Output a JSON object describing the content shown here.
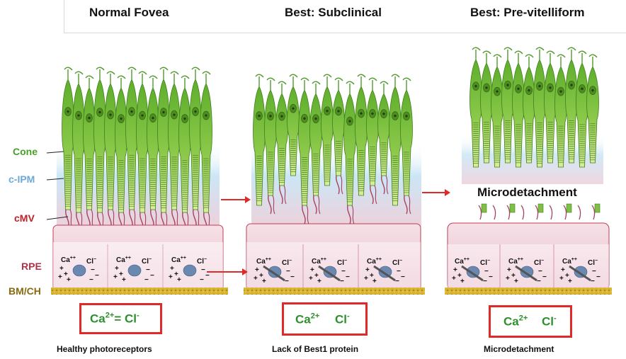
{
  "titles": {
    "normal": "Normal Fovea",
    "subclinical": "Best: Subclinical",
    "previtelliform": "Best: Pre-vitelliform"
  },
  "layer_labels": {
    "cone": "Cone",
    "cipm": "c-IPM",
    "cmv": "cMV",
    "rpe": "RPE",
    "bmch": "BM/CH"
  },
  "annotation": "Microdetachment",
  "ion_boxes": {
    "normal": {
      "ca": "Ca",
      "ca_sup": "2+",
      "eq": "= ",
      "cl": "Cl",
      "cl_sup": "-"
    },
    "subclinical": {
      "ca": "Ca",
      "ca_sup": "2+",
      "cl": "Cl",
      "cl_sup": "-"
    },
    "previtelliform": {
      "ca": "Ca",
      "ca_sup": "2+",
      "cl": "Cl",
      "cl_sup": "-"
    }
  },
  "rpe_cell_labels": {
    "ca": "Ca",
    "ca_sup": "++",
    "cl": "Cl",
    "cl_sup": "−"
  },
  "captions": {
    "normal": "Healthy photoreceptors",
    "subclinical": "Lack of Best1 protein",
    "previtelliform": "Microdetachment"
  },
  "colors": {
    "cone_green": "#6fb83a",
    "cone_light": "#c9ea7a",
    "ipm_blue": "#a9d3ee",
    "rpe_pink": "#f3d6de",
    "rpe_edge": "#b8405a",
    "bruch_yellow": "#d8b432",
    "accent_red": "#e02a2a",
    "cone_label": "#4a9e2a",
    "ipm_label": "#6aaad6",
    "cmv_label": "#c0202a",
    "rpe_label": "#b03048",
    "bm_label": "#8a6a10"
  }
}
